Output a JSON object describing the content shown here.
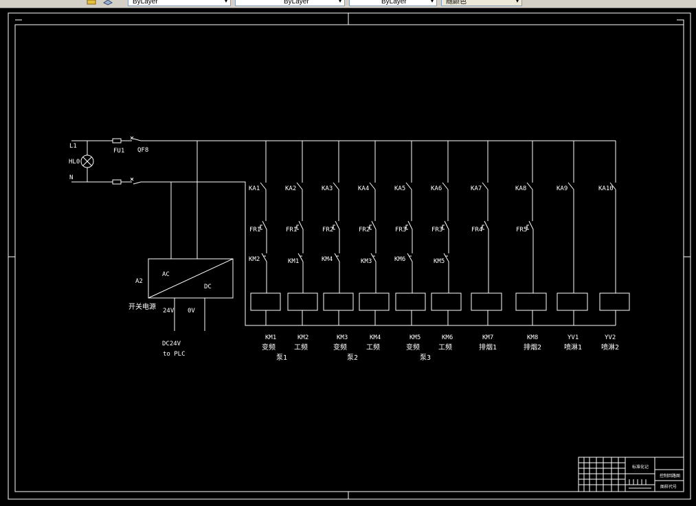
{
  "colors": {
    "background": "#000000",
    "line": "#ffffff",
    "text": "#ffffff",
    "toolbar": "#d4d0c8"
  },
  "toolbar": {
    "layer_combo": "ByLayer",
    "linetype_combo": "ByLayer",
    "lineweight_combo": "ByLayer",
    "plotstyle_combo": "随颜色"
  },
  "supply": {
    "l1": "L1",
    "lamp": "HL0",
    "n": "N",
    "fuse": "FU1",
    "breaker": "QF8",
    "psu_id": "A2",
    "psu_ac": "AC",
    "psu_dc": "DC",
    "psu_name": "开关电源",
    "out_24v": "24V",
    "out_0v": "0V",
    "note_line1": "DC24V",
    "note_line2": "to PLC"
  },
  "branches": [
    {
      "ka": "KA1",
      "fr": "FR1",
      "il": "KM2",
      "coil": "KM1",
      "func": "变频"
    },
    {
      "ka": "KA2",
      "fr": "FR1",
      "il": "KM1",
      "coil": "KM2",
      "func": "工频"
    },
    {
      "ka": "KA3",
      "fr": "FR2",
      "il": "KM4",
      "coil": "KM3",
      "func": "变频"
    },
    {
      "ka": "KA4",
      "fr": "FR2",
      "il": "KM3",
      "coil": "KM4",
      "func": "工频"
    },
    {
      "ka": "KA5",
      "fr": "FR3",
      "il": "KM6",
      "coil": "KM5",
      "func": "变频"
    },
    {
      "ka": "KA6",
      "fr": "FR3",
      "il": "KM5",
      "coil": "KM6",
      "func": "工频"
    },
    {
      "ka": "KA7",
      "fr": "FR4",
      "il": "",
      "coil": "KM7",
      "func": "排烟1"
    },
    {
      "ka": "KA8",
      "fr": "FR5",
      "il": "",
      "coil": "KM8",
      "func": "排烟2"
    },
    {
      "ka": "KA9",
      "fr": "",
      "il": "",
      "coil": "YV1",
      "func": "喷淋1"
    },
    {
      "ka": "KA10",
      "fr": "",
      "il": "",
      "coil": "YV2",
      "func": "喷淋2"
    }
  ],
  "groups": [
    "泵1",
    "泵2",
    "泵3"
  ],
  "title_block": {
    "mark": "标准化记",
    "drawing_name": "控制回路图",
    "drawing_no": "图样代号"
  }
}
